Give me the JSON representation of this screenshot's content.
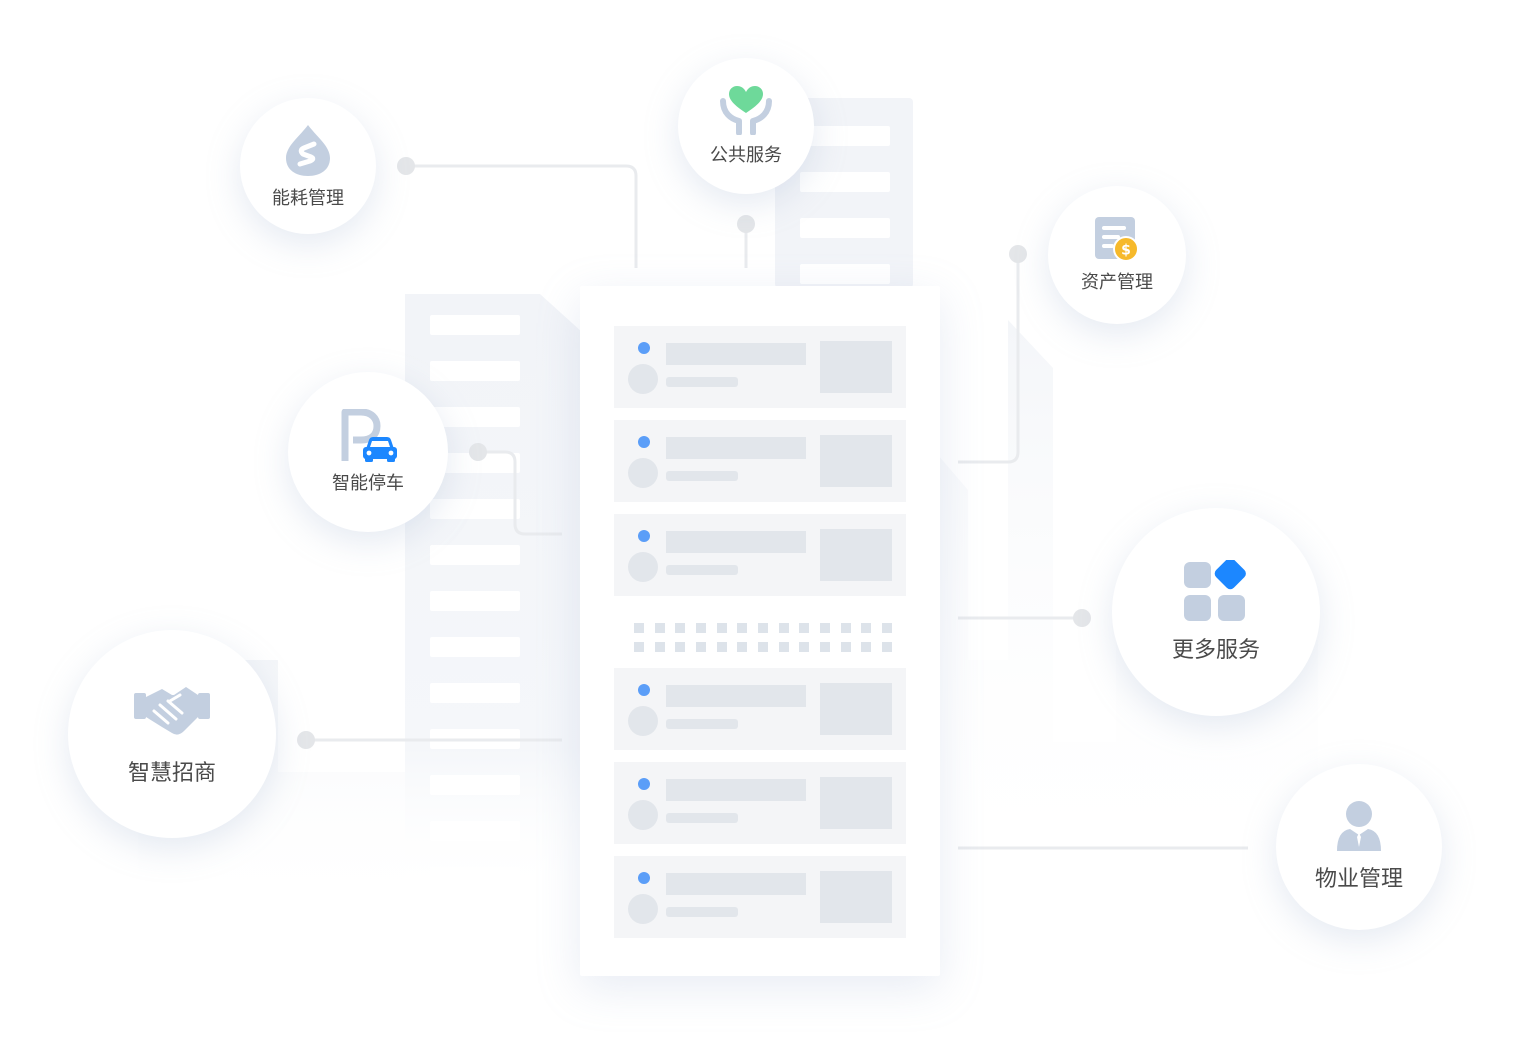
{
  "nodes": {
    "energy": "能耗管理",
    "public": "公共服务",
    "asset": "资产管理",
    "parking": "智能停车",
    "more": "更多服务",
    "investment": "智慧招商",
    "property": "物业管理"
  },
  "icons": {
    "energy": "water-drop-icon",
    "public": "heart-hands-icon",
    "asset": "bill-coin-icon",
    "parking": "parking-car-icon",
    "more": "grid-apps-icon",
    "investment": "handshake-icon",
    "property": "person-icon"
  },
  "colors": {
    "accent_blue": "#1c87ff",
    "icon_gray": "#c3cfe0",
    "heart_green": "#6ed99a",
    "coin_yellow": "#f6b92b",
    "card_bg": "#f4f5f7",
    "placeholder": "#e2e6eb",
    "dot_blue": "#5b9ef8",
    "line_gray": "#e9ebee"
  }
}
